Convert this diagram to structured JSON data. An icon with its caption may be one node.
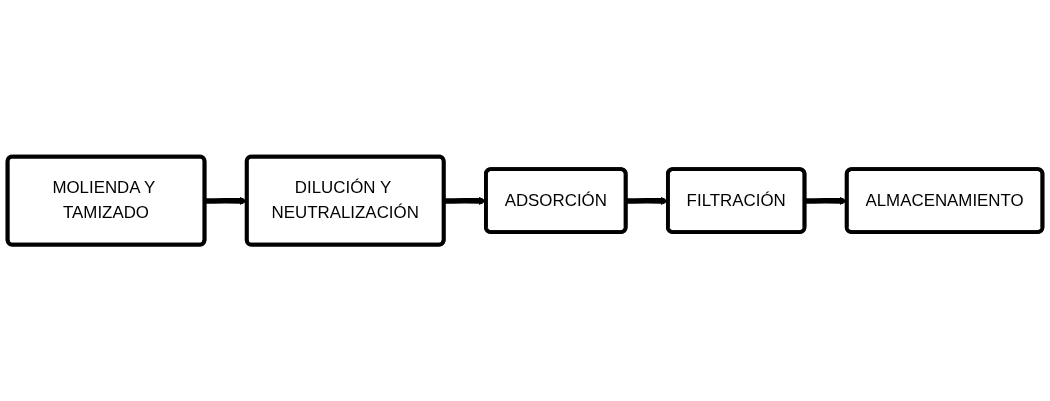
{
  "diagram": {
    "nodes": [
      {
        "text": [
          "MOLIENDA Y TAMIZADO"
        ]
      },
      {
        "text": [
          "DILUCIÓN Y NEUTRALIZACIÓN"
        ]
      },
      {
        "text": [
          "ADSORCIÓN"
        ]
      },
      {
        "text": [
          "FILTRACIÓN"
        ]
      },
      {
        "text": [
          "ALMACENAMIENTO"
        ]
      }
    ],
    "edges": [
      {
        "from": 0,
        "to": 1,
        "arrow": "to"
      },
      {
        "from": 1,
        "to": 2,
        "arrow": "to"
      },
      {
        "from": 2,
        "to": 3,
        "arrow": "to"
      },
      {
        "from": 3,
        "to": 4,
        "arrow": "to"
      }
    ]
  }
}
